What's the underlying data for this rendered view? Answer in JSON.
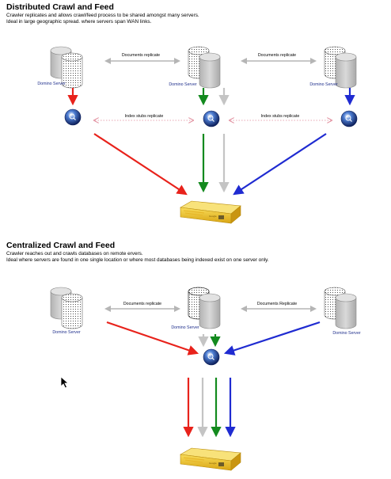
{
  "distributed": {
    "title": "Distributed Crawl and Feed",
    "desc_line1": "Crawler replicates and allows crawl/feed process to be shared amongst many servers.",
    "desc_line2": "Ideal in large geographic spread. where servers span WAN links.",
    "server_label_1": "Domino Server",
    "server_label_2": "Domino Server",
    "server_label_3": "Domino Server",
    "replicate_label_1": "Documents replicate",
    "replicate_label_2": "Documents replicate",
    "stubs_label_1": "Index stubs replicate",
    "stubs_label_2": "Index stubs replicate"
  },
  "centralized": {
    "title": "Centralized Crawl and Feed",
    "desc_line1": "Crawler reaches out and crawls databases on remote ervers.",
    "desc_line2": "Ideal where servers are found in one single location or where most databases being indexed exist on one server only.",
    "server_label_1": "Domino Server",
    "server_label_2": "Domino Server",
    "server_label_3": "Domino Server",
    "replicate_label_1": "Documents replicate",
    "replicate_label_2": "Documents Replicate"
  },
  "colors": {
    "red": "#e8221b",
    "green": "#138a1e",
    "gray": "#c4c4c4",
    "blue": "#1f2bd1",
    "search_orb": "#1b3a8a",
    "appliance": "#f0c330"
  }
}
